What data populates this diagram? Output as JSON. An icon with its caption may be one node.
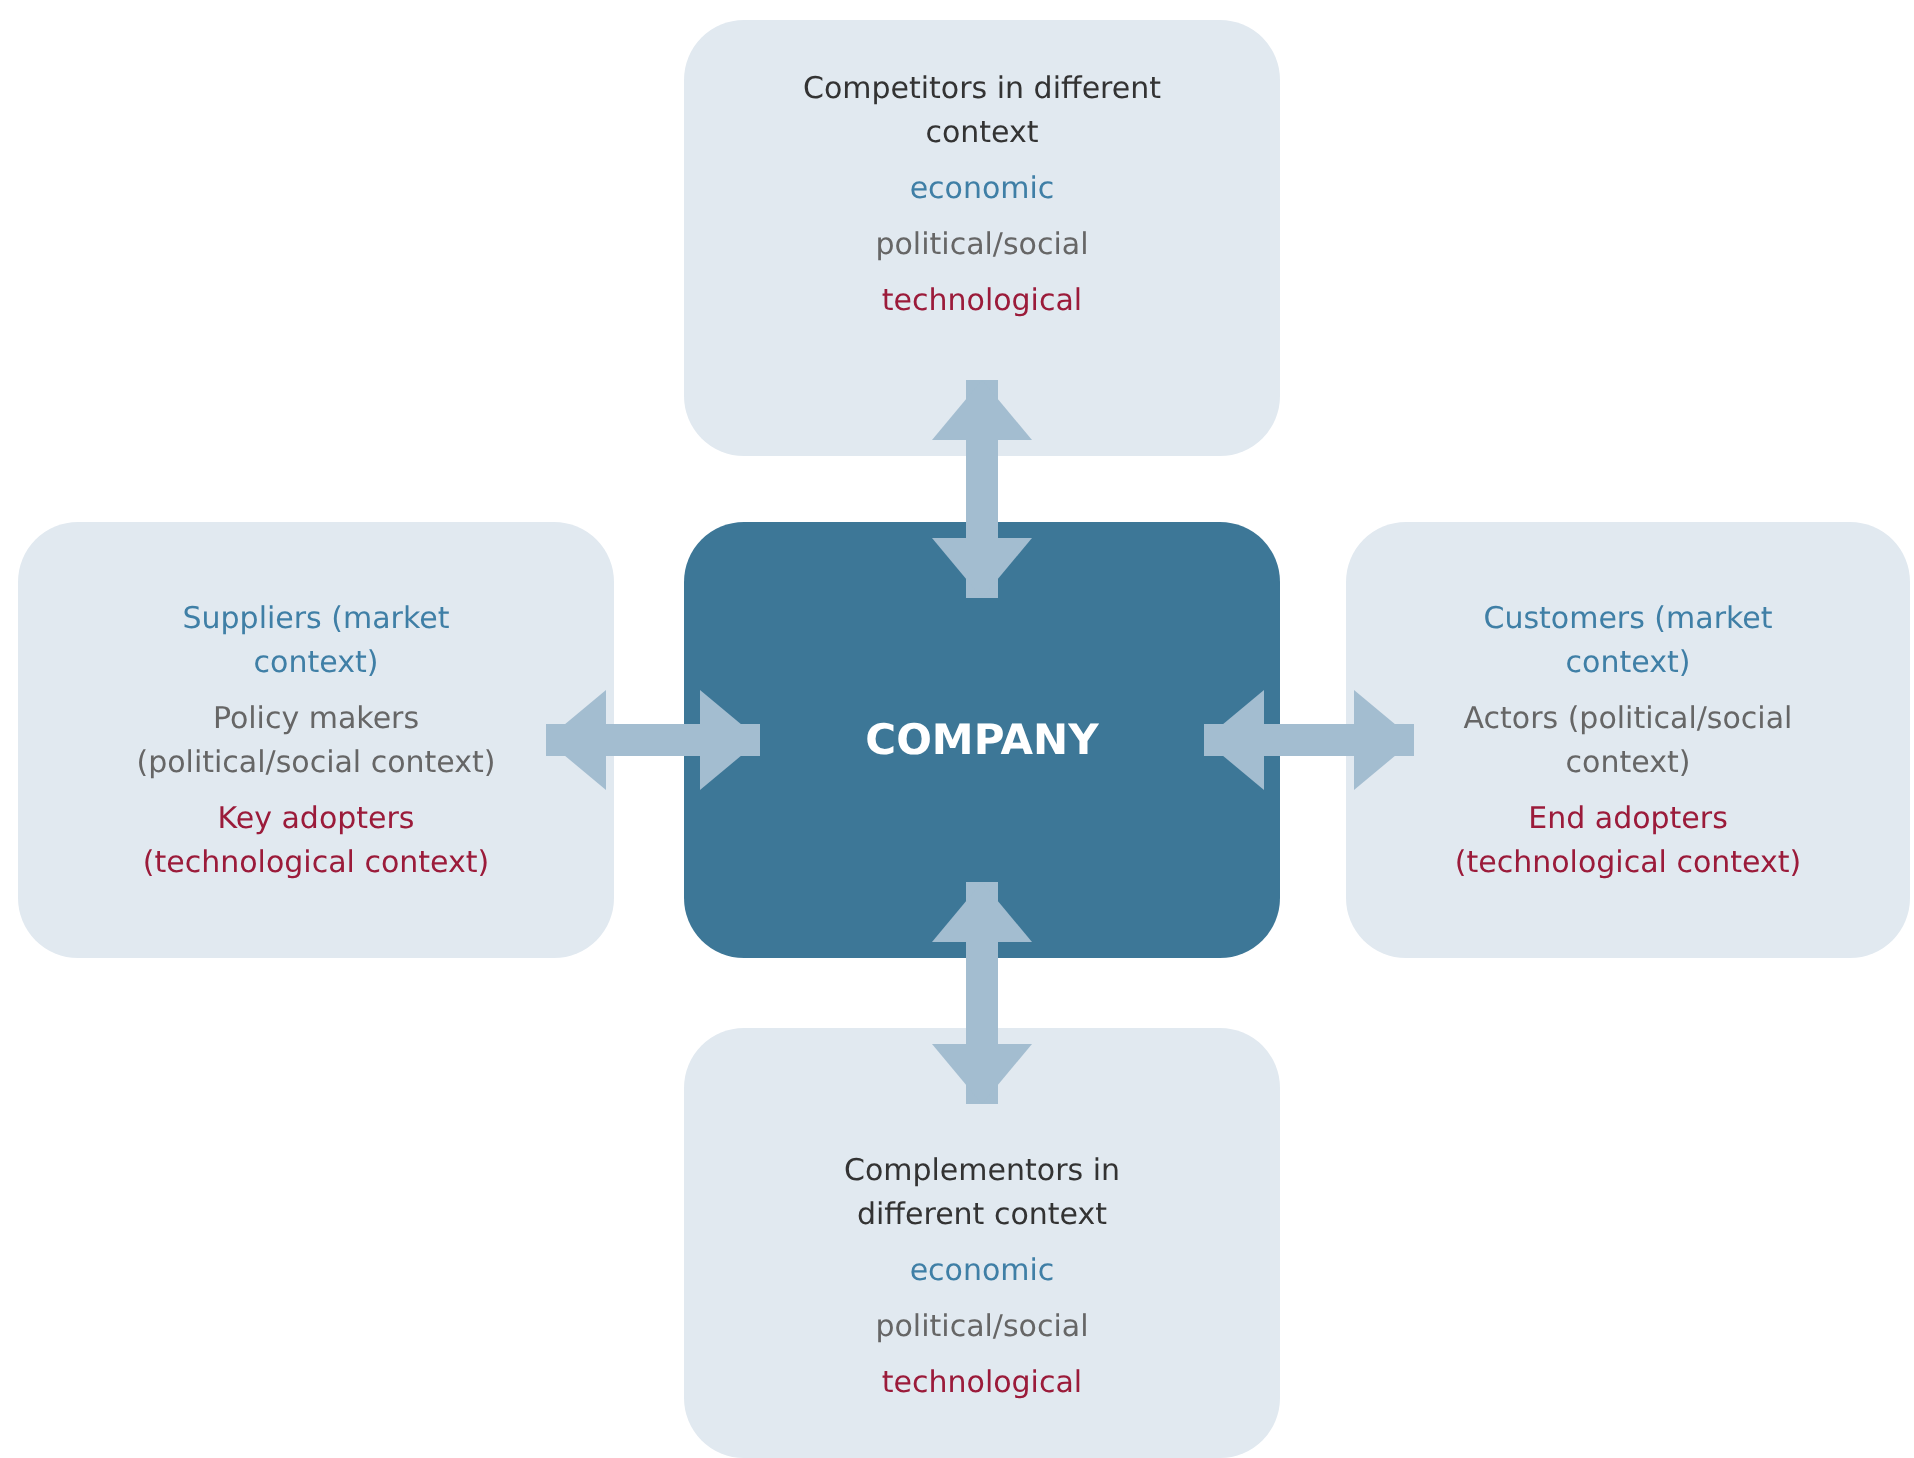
{
  "diagram": {
    "nodes": [
      {
        "text": [
          "Competitors in different context",
          "economic",
          "political/social",
          "technological"
        ]
      },
      {
        "text": [
          "Suppliers (market context)",
          "Policy makers (political/social context)",
          "Key adopters (technological context)"
        ]
      },
      {
        "text": [
          "COMPANY"
        ]
      },
      {
        "text": [
          "Customers (market context)",
          "Actors (political/social context)",
          "End adopters (technological context)"
        ]
      },
      {
        "text": [
          "Complementors in different context",
          "economic",
          "political/social",
          "technological"
        ]
      }
    ],
    "edges": [
      {
        "from": 2,
        "to": 0,
        "arrow": "both"
      },
      {
        "from": 2,
        "to": 1,
        "arrow": "both"
      },
      {
        "from": 2,
        "to": 3,
        "arrow": "both"
      },
      {
        "from": 2,
        "to": 4,
        "arrow": "both"
      }
    ]
  }
}
